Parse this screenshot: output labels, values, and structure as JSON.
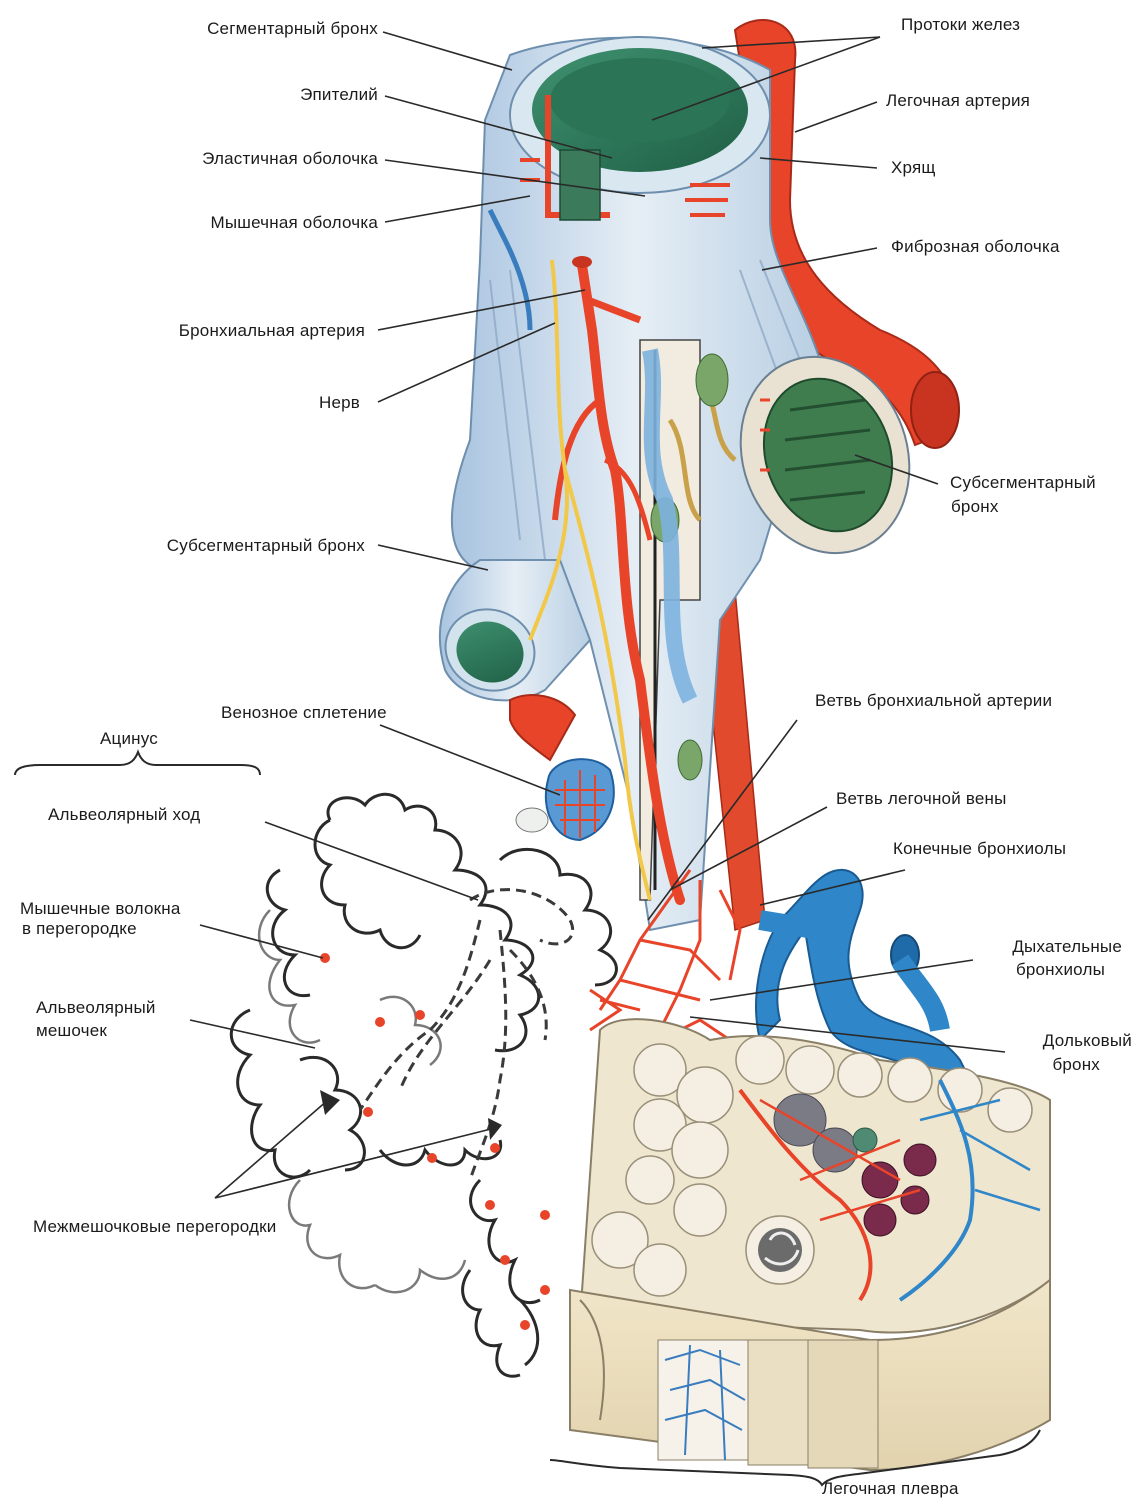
{
  "labels": {
    "segmental_bronchus": "Сегментарный бронх",
    "gland_ducts": "Протоки желез",
    "epithelium": "Эпителий",
    "pulmonary_artery": "Легочная артерия",
    "elastic_membrane": "Эластичная оболочка",
    "cartilage": "Хрящ",
    "muscular_membrane": "Мышечная оболочка",
    "fibrous_membrane": "Фиброзная оболочка",
    "bronchial_artery": "Бронхиальная артерия",
    "nerve": "Нерв",
    "subsegmental_bronchus_right_1": "Субсегментарный",
    "subsegmental_bronchus_right_2": "бронх",
    "subsegmental_bronchus_left": "Субсегментарный бронх",
    "venous_plexus": "Венозное сплетение",
    "bronchial_artery_branch": "Ветвь бронхиальной артерии",
    "acinus": "Ацинус",
    "alveolar_duct": "Альвеолярный ход",
    "pulmonary_vein_branch": "Ветвь легочной вены",
    "terminal_bronchioles": "Конечные бронхиолы",
    "muscle_fibers_1": "Мышечные волокна",
    "muscle_fibers_2": "в перегородке",
    "respiratory_bronchioles_1": "Дыхательные",
    "respiratory_bronchioles_2": "бронхиолы",
    "alveolar_sac_1": "Альвеолярный",
    "alveolar_sac_2": "мешочек",
    "lobular_bronchus_1": "Дольковый",
    "lobular_bronchus_2": "бронх",
    "intersaccular_septa": "Межмешочковые перегородки",
    "pulmonary_pleura": "Легочная плевра"
  },
  "colors": {
    "artery": "#e8442a",
    "vein": "#2f86c8",
    "bronchus_wall": "#cfe0ec",
    "lumen": "#2f7d5c",
    "leader_line": "#2a2a2a"
  }
}
